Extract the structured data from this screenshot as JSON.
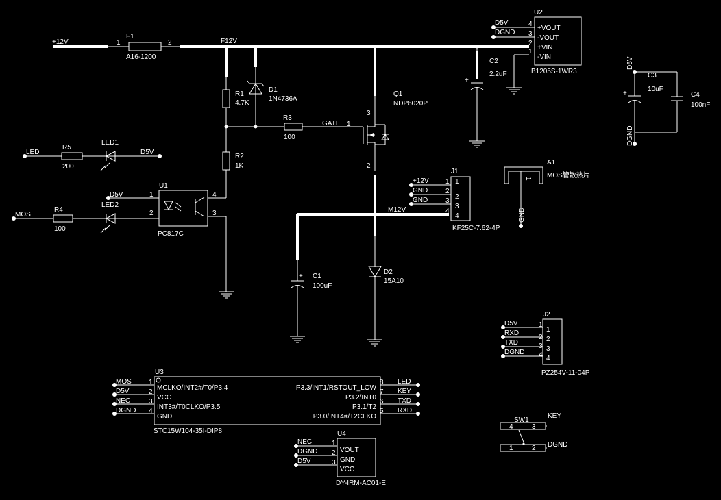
{
  "nets": {
    "p12v": "+12V",
    "f12v": "F12V",
    "gate": "GATE",
    "m12v": "M12V",
    "led": "LED",
    "mos": "MOS",
    "d5v": "D5V",
    "dgnd": "DGND",
    "gnd": "GND",
    "nec": "NEC",
    "key": "KEY",
    "txd": "TXD",
    "rxd": "RXD"
  },
  "components": {
    "f1": {
      "ref": "F1",
      "value": "A16-1200",
      "pin1": "1",
      "pin2": "2"
    },
    "r1": {
      "ref": "R1",
      "value": "4.7K"
    },
    "r2": {
      "ref": "R2",
      "value": "1K"
    },
    "r3": {
      "ref": "R3",
      "value": "100"
    },
    "r4": {
      "ref": "R4",
      "value": "100"
    },
    "r5": {
      "ref": "R5",
      "value": "200"
    },
    "d1": {
      "ref": "D1",
      "value": "1N4736A"
    },
    "d2": {
      "ref": "D2",
      "value": "15A10"
    },
    "led1": {
      "ref": "LED1"
    },
    "led2": {
      "ref": "LED2"
    },
    "q1": {
      "ref": "Q1",
      "value": "NDP6020P",
      "pins": [
        "1",
        "3",
        "2"
      ]
    },
    "c1": {
      "ref": "C1",
      "value": "100uF"
    },
    "c2": {
      "ref": "C2",
      "value": "2.2uF"
    },
    "c3": {
      "ref": "C3",
      "value": "10uF"
    },
    "c4": {
      "ref": "C4",
      "value": "100nF"
    },
    "u1": {
      "ref": "U1",
      "value": "PC817C",
      "pins": [
        "1",
        "2",
        "4",
        "3"
      ]
    },
    "u2": {
      "ref": "U2",
      "value": "B1205S-1WR3",
      "pins": [
        {
          "num": "4",
          "name": "+VOUT"
        },
        {
          "num": "3",
          "name": "-VOUT"
        },
        {
          "num": "2",
          "name": "+VIN"
        },
        {
          "num": "1",
          "name": "-VIN"
        }
      ]
    },
    "j1": {
      "ref": "J1",
      "value": "KF25C-7.62-4P",
      "pins": [
        "1",
        "2",
        "3",
        "4"
      ]
    },
    "j2": {
      "ref": "J2",
      "value": "PZ254V-11-04P",
      "pins": [
        "1",
        "2",
        "3",
        "4"
      ]
    },
    "a1": {
      "ref": "A1",
      "value": "MOS管散热片",
      "pin": "1"
    },
    "sw1": {
      "ref": "SW1",
      "pins": [
        "4",
        "3",
        "1",
        "2"
      ]
    },
    "u3": {
      "ref": "U3",
      "value": "STC15W104-35I-DIP8",
      "left_pins": [
        {
          "num": "1",
          "name": "MCLKO/INT2#/T0/P3.4"
        },
        {
          "num": "2",
          "name": "VCC"
        },
        {
          "num": "3",
          "name": "INT3#/T0CLKO/P3.5"
        },
        {
          "num": "4",
          "name": "GND"
        }
      ],
      "right_pins": [
        {
          "num": "8",
          "name": "P3.3/INT1/RSTOUT_LOW"
        },
        {
          "num": "7",
          "name": "P3.2/INT0"
        },
        {
          "num": "6",
          "name": "P3.1/T2"
        },
        {
          "num": "5",
          "name": "P3.0/INT4#/T2CLKO"
        }
      ]
    },
    "u4": {
      "ref": "U4",
      "value": "DY-IRM-AC01-E",
      "pins": [
        {
          "num": "1",
          "name": "VOUT"
        },
        {
          "num": "2",
          "name": "GND"
        },
        {
          "num": "3",
          "name": "VCC"
        }
      ]
    }
  }
}
